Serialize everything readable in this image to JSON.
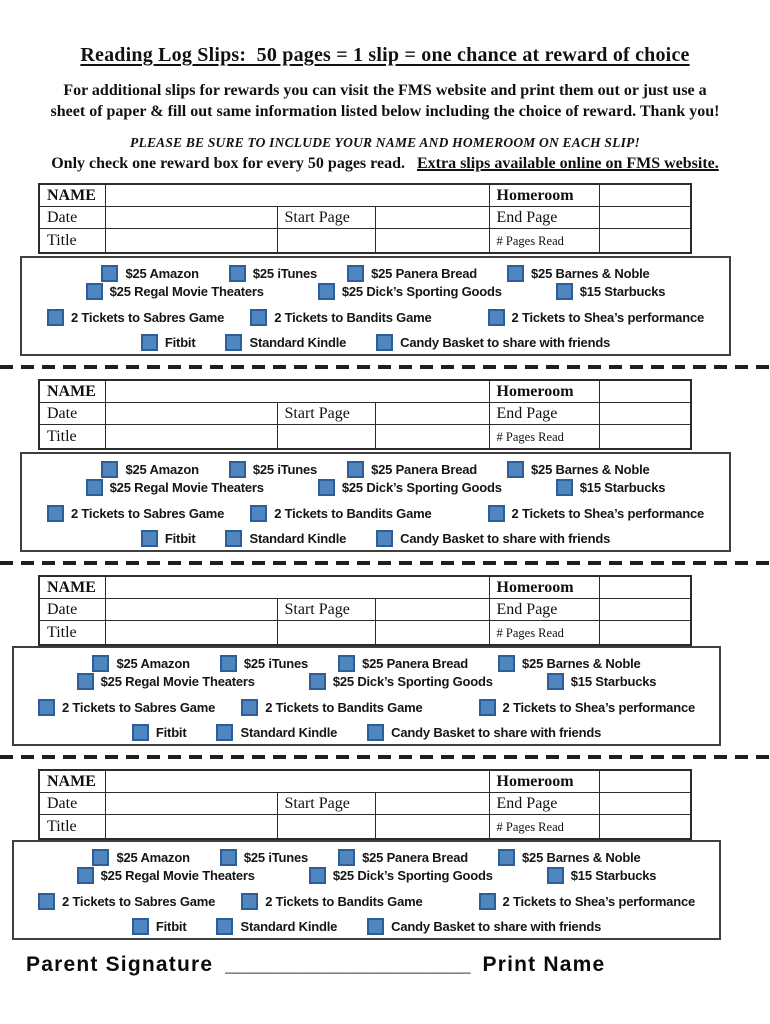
{
  "header": {
    "title": "Reading Log Slips:  50 pages = 1 slip = one chance at reward of choice",
    "intro_line1": "For additional slips for rewards you can visit the FMS website and print them out or just use a",
    "intro_line2": "sheet of paper & fill out same information listed below including the choice of reward. Thank you!",
    "note_italic": "PLEASE BE SURE TO INCLUDE YOUR NAME AND HOMEROOM ON EACH SLIP!",
    "note_plain": "Only check one reward box for every 50 pages read.",
    "note_underlined": "Extra slips available online on FMS website."
  },
  "slip_count": 4,
  "slip": {
    "fields": {
      "name": "NAME",
      "homeroom": "Homeroom",
      "date": "Date",
      "start_page": "Start Page",
      "end_page": "End Page",
      "title": "Title",
      "pages_read": "# Pages Read"
    },
    "reward_rows": [
      [
        "$25 Amazon",
        "$25 iTunes",
        "$25 Panera Bread",
        "$25 Barnes & Noble"
      ],
      [
        "$25 Regal Movie Theaters",
        "$25 Dick’s Sporting Goods",
        "$15 Starbucks"
      ],
      [
        "2 Tickets to Sabres Game",
        "2 Tickets to Bandits Game",
        "2 Tickets to Shea’s performance"
      ],
      [
        "Fitbit",
        "Standard Kindle",
        "Candy Basket to share with friends"
      ]
    ]
  },
  "footer": {
    "parent_signature": "Parent Signature",
    "signature_line": "_____________________",
    "print_name": "Print Name"
  },
  "colors": {
    "checkbox_fill": "#4f86c0",
    "checkbox_border": "#2d5e98",
    "text": "#111111",
    "table_border": "#2b2b2b"
  }
}
